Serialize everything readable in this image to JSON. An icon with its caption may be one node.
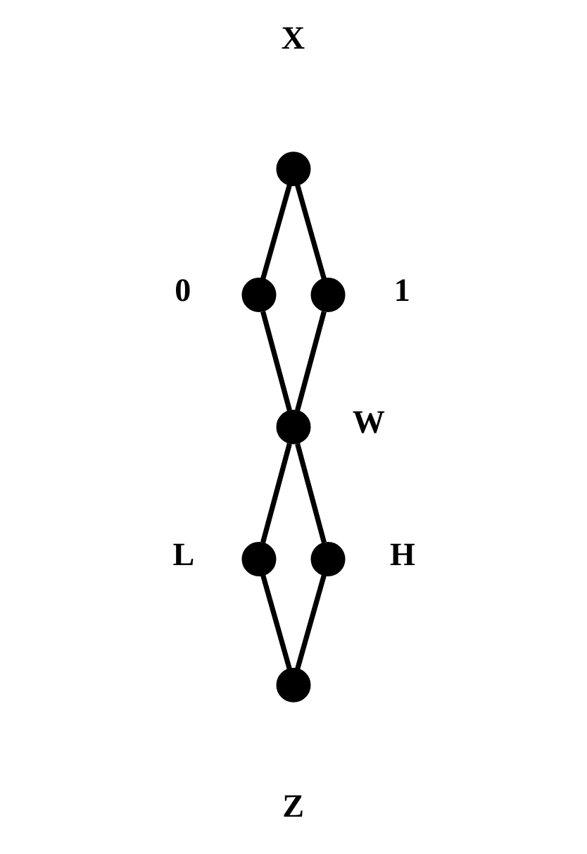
{
  "diagram": {
    "nodes": [
      {
        "text": [],
        "shape": "circle",
        "beside": [
          "X"
        ]
      },
      {
        "text": [],
        "shape": "circle",
        "beside": [
          "0"
        ]
      },
      {
        "text": [],
        "shape": "circle",
        "beside": [
          "1"
        ]
      },
      {
        "text": [],
        "shape": "circle",
        "beside": [
          "W"
        ]
      },
      {
        "text": [],
        "shape": "circle",
        "beside": [
          "L"
        ]
      },
      {
        "text": [],
        "shape": "circle",
        "beside": [
          "H"
        ]
      },
      {
        "text": [],
        "shape": "circle",
        "beside": [
          "Z"
        ]
      }
    ],
    "edges": [
      {
        "from": 0,
        "to": 1,
        "arrow": "none"
      },
      {
        "from": 0,
        "to": 2,
        "arrow": "none"
      },
      {
        "from": 1,
        "to": 3,
        "arrow": "none"
      },
      {
        "from": 2,
        "to": 3,
        "arrow": "none"
      },
      {
        "from": 3,
        "to": 4,
        "arrow": "none"
      },
      {
        "from": 3,
        "to": 5,
        "arrow": "none"
      },
      {
        "from": 4,
        "to": 6,
        "arrow": "none"
      },
      {
        "from": 5,
        "to": 6,
        "arrow": "none"
      }
    ]
  }
}
